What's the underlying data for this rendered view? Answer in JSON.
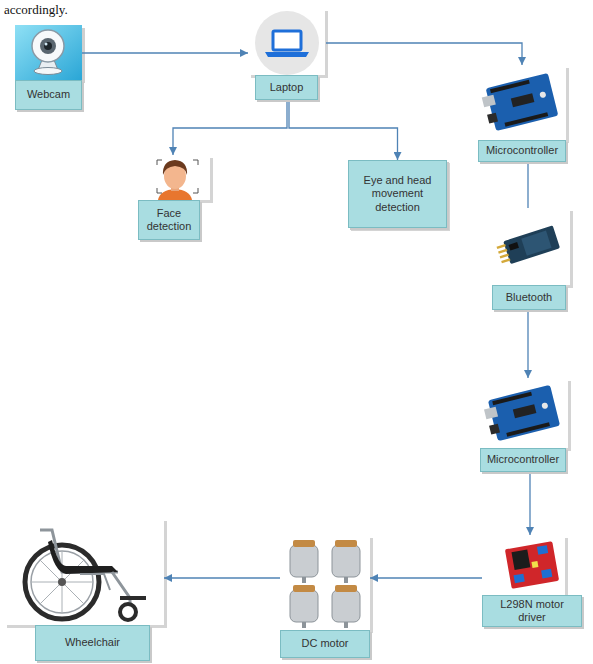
{
  "diagram": {
    "nodes": [
      {
        "text": [
          "Webcam"
        ]
      },
      {
        "text": [
          "Laptop"
        ]
      },
      {
        "text": [
          "Microcontroller"
        ]
      },
      {
        "text": [
          "Face detection"
        ]
      },
      {
        "text": [
          "Eye and head movement detection"
        ]
      },
      {
        "text": [
          "Bluetooth"
        ]
      },
      {
        "text": [
          "Microcontroller"
        ]
      },
      {
        "text": [
          "L298N motor driver"
        ]
      },
      {
        "text": [
          "DC motor"
        ]
      },
      {
        "text": [
          "Wheelchair"
        ]
      }
    ],
    "edges": [
      {
        "from": 0,
        "to": 1,
        "arrow": "to"
      },
      {
        "from": 1,
        "to": 2,
        "arrow": "to"
      },
      {
        "from": 1,
        "to": 3,
        "arrow": "to"
      },
      {
        "from": 1,
        "to": 4,
        "arrow": "to"
      },
      {
        "from": 2,
        "to": 5,
        "arrow": "none"
      },
      {
        "from": 5,
        "to": 6,
        "arrow": "to"
      },
      {
        "from": 6,
        "to": 7,
        "arrow": "to"
      },
      {
        "from": 7,
        "to": 8,
        "arrow": "to"
      },
      {
        "from": 8,
        "to": 9,
        "arrow": "to"
      }
    ],
    "labels": [
      "accordingly."
    ]
  }
}
